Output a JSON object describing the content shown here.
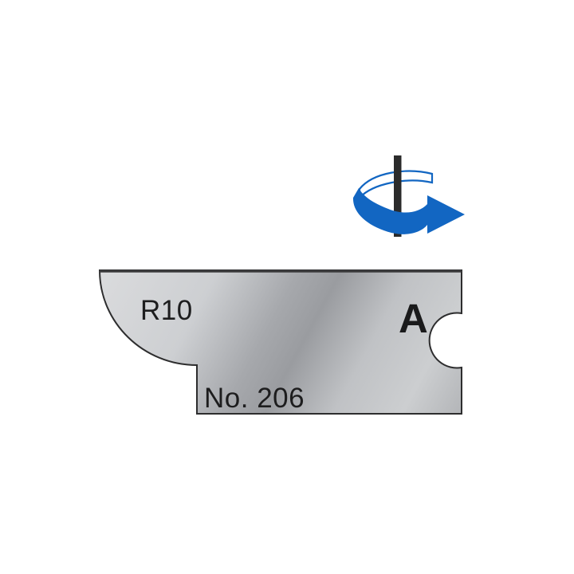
{
  "page": {
    "background": "#ffffff",
    "description": "Profile cutter knife technical diagram"
  },
  "plate": {
    "radius_label": "R10",
    "letter_label": "A",
    "part_number_label": "No. 206",
    "steel_light": "#d9dadc",
    "steel_dark": "#9a9ca0",
    "outline_color": "#2d2d2e"
  },
  "rotation_icon": {
    "name": "rotation-direction-icon",
    "arrow_color": "#1266c2",
    "axis_color": "#2b2b2b"
  }
}
